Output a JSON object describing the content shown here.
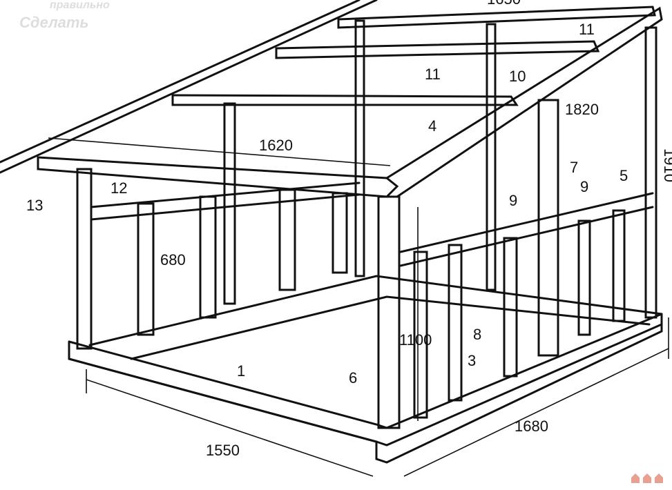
{
  "watermark": {
    "line1": "правильно",
    "line2": "Сделать"
  },
  "dimensions": {
    "top": "1650",
    "front_beam": "1620",
    "side_beam": "1820",
    "inner_height": "680",
    "front_post": "1100",
    "side_length": "1680",
    "front_length": "1550",
    "right_height": "1910"
  },
  "parts": {
    "p1": "1",
    "p3": "3",
    "p4": "4",
    "p5": "5",
    "p6": "6",
    "p7": "7",
    "p8": "8",
    "p9a": "9",
    "p9b": "9",
    "p10": "10",
    "p11a": "11",
    "p11b": "11",
    "p12": "12",
    "p13": "13"
  }
}
